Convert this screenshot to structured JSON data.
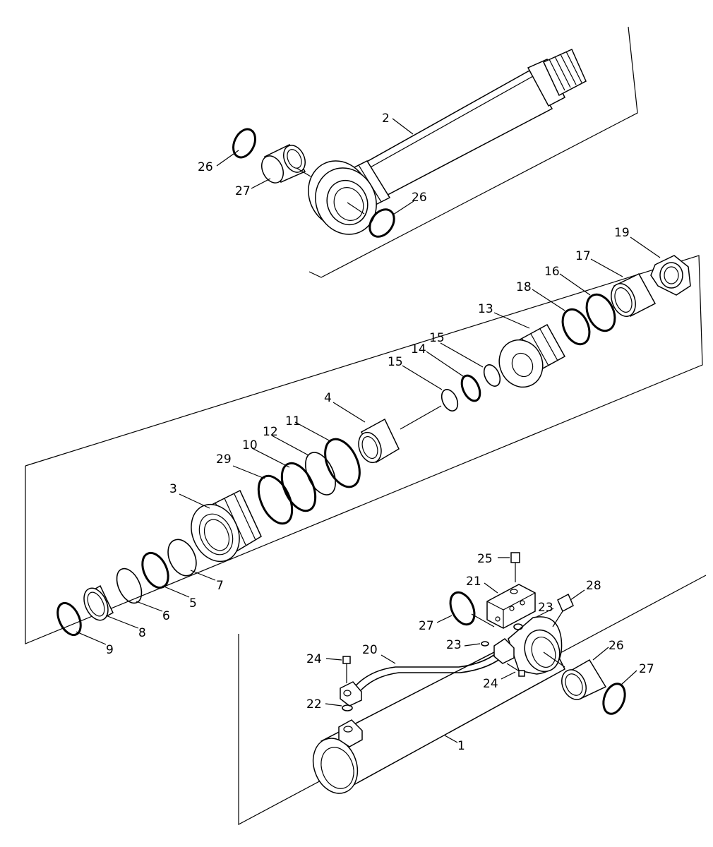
{
  "labels": {
    "p1": "1",
    "p2": "2",
    "p3": "3",
    "p4": "4",
    "p5": "5",
    "p6": "6",
    "p7": "7",
    "p8": "8",
    "p9": "9",
    "p10": "10",
    "p11": "11",
    "p12": "12",
    "p13": "13",
    "p14": "14",
    "p15a": "15",
    "p15b": "15",
    "p16": "16",
    "p17": "17",
    "p18": "18",
    "p19": "19",
    "p20": "20",
    "p21": "21",
    "p22": "22",
    "p23a": "23",
    "p23b": "23",
    "p24a": "24",
    "p24b": "24",
    "p25": "25",
    "p26a": "26",
    "p26b": "26",
    "p26c": "26",
    "p27a": "27",
    "p27b": "27",
    "p27c": "27",
    "p28": "28",
    "p29": "29"
  }
}
